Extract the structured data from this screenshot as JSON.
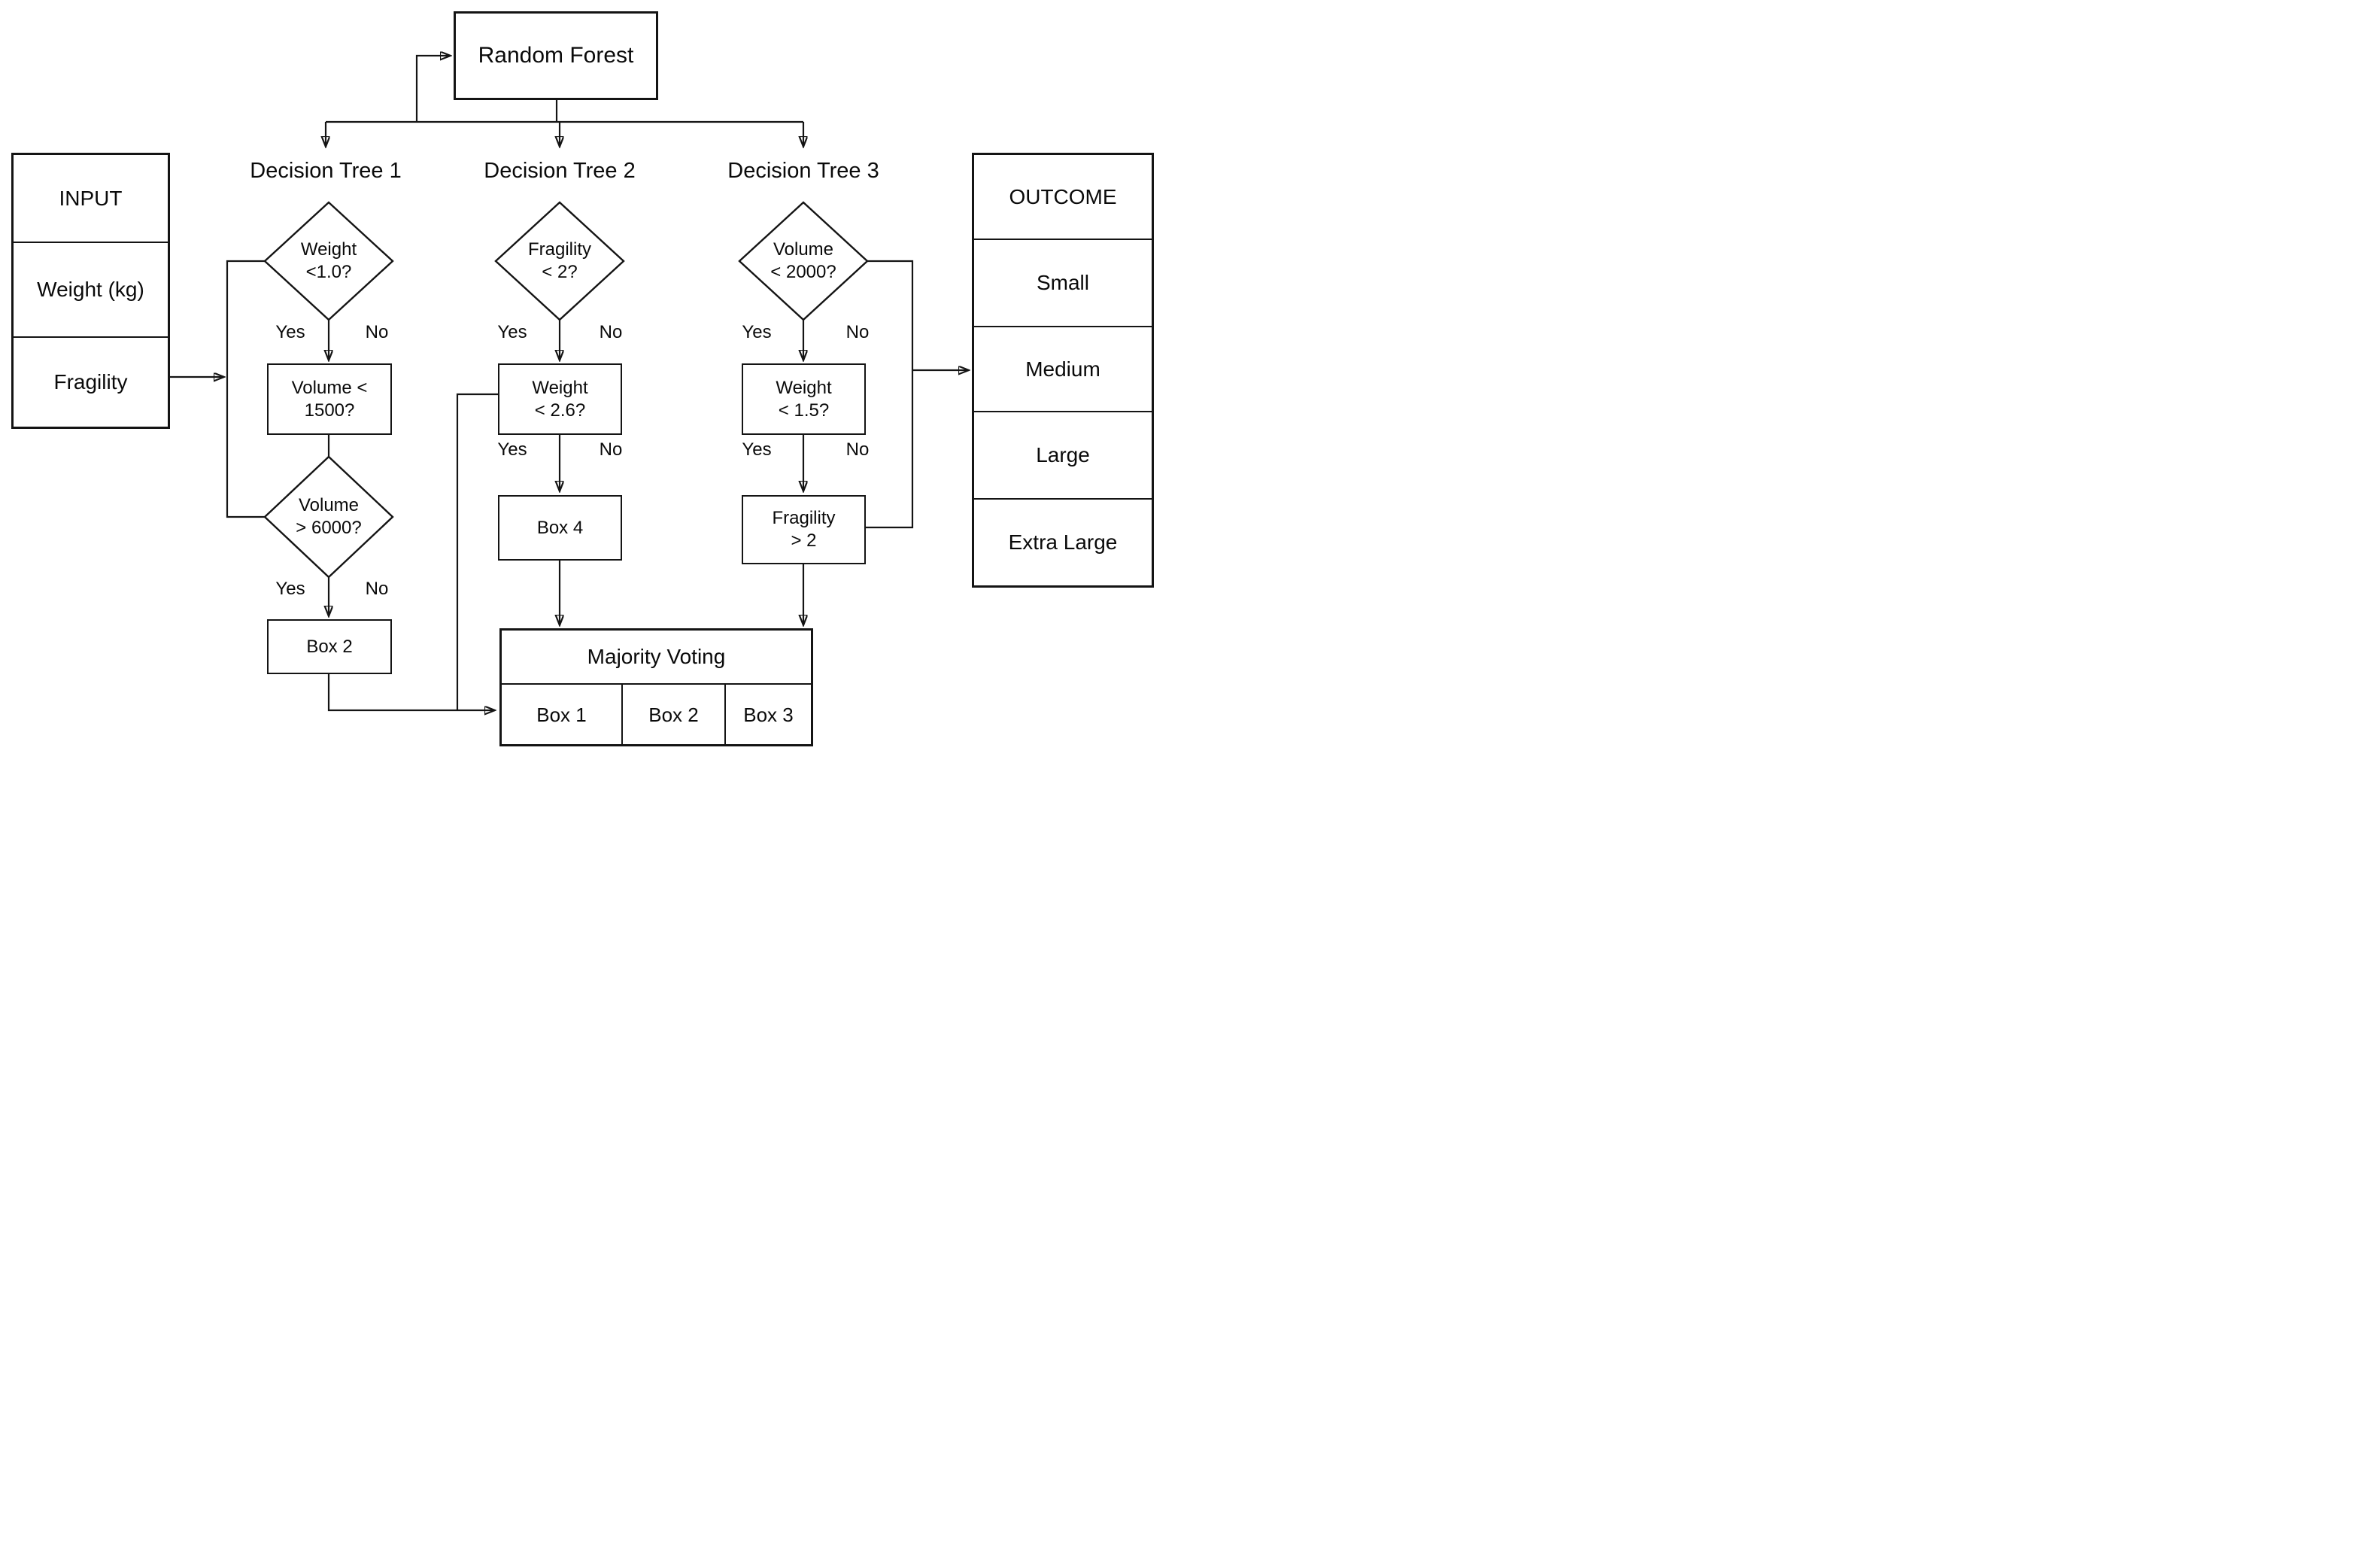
{
  "diagram": {
    "input_panel": {
      "title": "INPUT",
      "row_weight": "Weight (kg)",
      "row_fragility": "Fragility"
    },
    "random_forest_label": "Random Forest",
    "trees": [
      {
        "label": "Decision Tree 1",
        "yes": "Yes",
        "no": "No",
        "diamond1_l1": "Weight",
        "diamond1_l2": "<1.0?",
        "box1_l1": "Volume <",
        "box1_l2": "1500?",
        "diamond2_l1": "Volume",
        "diamond2_l2": "> 6000?",
        "leaf": "Box 2"
      },
      {
        "label": "Decision Tree 2",
        "yes": "Yes",
        "no": "No",
        "diamond1_l1": "Fragility",
        "diamond1_l2": "< 2?",
        "box1_l1": "Weight",
        "box1_l2": "< 2.6?",
        "leaf": "Box 4"
      },
      {
        "label": "Decision Tree 3",
        "yes": "Yes",
        "no": "No",
        "diamond1_l1": "Volume",
        "diamond1_l2": "< 2000?",
        "box1_l1": "Weight",
        "box1_l2": "< 1.5?",
        "leaf_l1": "Fragility",
        "leaf_l2": "> 2"
      }
    ],
    "majority_voting": {
      "title": "Majority Voting",
      "cell1": "Box 1",
      "cell2": "Box 2",
      "cell3": "Box 3"
    },
    "outcome_panel": {
      "title": "OUTCOME",
      "row_small": "Small",
      "row_medium": "Medium",
      "row_large": "Large",
      "row_xlarge": "Extra Large"
    }
  }
}
